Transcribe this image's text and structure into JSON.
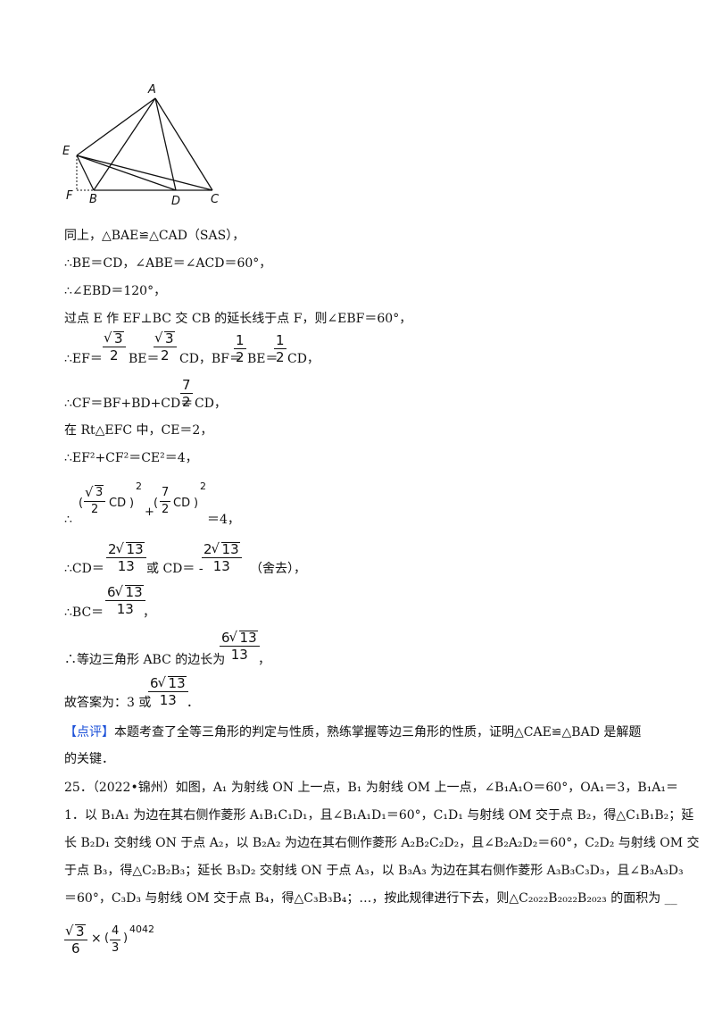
{
  "figure": {
    "labels": [
      "A",
      "E",
      "F",
      "B",
      "D",
      "C"
    ]
  },
  "solution": {
    "l1": "同上，△BAE≌△CAD（SAS），",
    "l2": "∴BE＝CD，∠ABE＝∠ACD＝60°，",
    "l3": "∴∠EBD＝120°，",
    "l4": "过点 E 作 EF⊥BC 交 CB 的延长线于点 F，则∠EBF＝60°，",
    "l5a": "∴EF＝",
    "l5b": "BE＝",
    "l5c": "CD，BF＝",
    "l5d": "BE＝",
    "l5e": "CD，",
    "f_s3": "3",
    "f_2": "2",
    "f_1": "1",
    "f_7": "7",
    "l6a": "∴CF＝BF+BD+CD＝",
    "l6b": "CD，",
    "l7": "在 Rt△EFC 中，CE＝2，",
    "l8": "∴EF²+CF²＝CE²＝4，",
    "l9a": "∴",
    "l9b": "＝4，",
    "cd": "CD",
    "l10a": "∴CD＝",
    "l10b": "或 CD＝ -",
    "l10c": "（舍去），",
    "f_13": "13",
    "f_2n": "2",
    "f_6": "6",
    "l11a": "∴BC＝",
    "l11b": "，",
    "l12a": "∴等边三角形 ABC 的边长为",
    "l12b": "，",
    "l13a": "故答案为：3 或",
    "l13b": "．",
    "comment_tag": "【点评】",
    "comment": "本题考查了全等三角形的判定与性质，熟练掌握等边三角形的性质，证明△CAE≌△BAD 是解题",
    "comment2": "的关键．"
  },
  "problem25": {
    "p1": "25．（2022•锦州）如图，A₁ 为射线 ON 上一点，B₁ 为射线 OM 上一点，∠B₁A₁O＝60°，OA₁＝3，B₁A₁＝",
    "p2": "1．以 B₁A₁ 为边在其右侧作菱形 A₁B₁C₁D₁，且∠B₁A₁D₁＝60°，C₁D₁ 与射线 OM 交于点 B₂，得△C₁B₁B₂；延",
    "p3": "长 B₂D₁ 交射线 ON 于点 A₂，以 B₂A₂ 为边在其右侧作菱形 A₂B₂C₂D₂，且∠B₂A₂D₂＝60°，C₂D₂ 与射线 OM 交",
    "p4": "于点 B₃，得△C₂B₂B₃；延长 B₃D₂ 交射线 ON 于点 A₃，以 B₃A₃ 为边在其右侧作菱形 A₃B₃C₃D₃，且∠B₃A₃D₃",
    "p5": "＝60°，C₃D₃ 与射线 OM 交于点 B₄，得△C₃B₃B₄；…，按此规律进行下去，则△C₂₀₂₂B₂₀₂₂B₂₀₂₃ 的面积为 __",
    "ans_num": "3",
    "ans_den": "6",
    "ans_times": "×",
    "ans_frac_num": "4",
    "ans_frac_den": "3",
    "ans_exp": "4042"
  }
}
